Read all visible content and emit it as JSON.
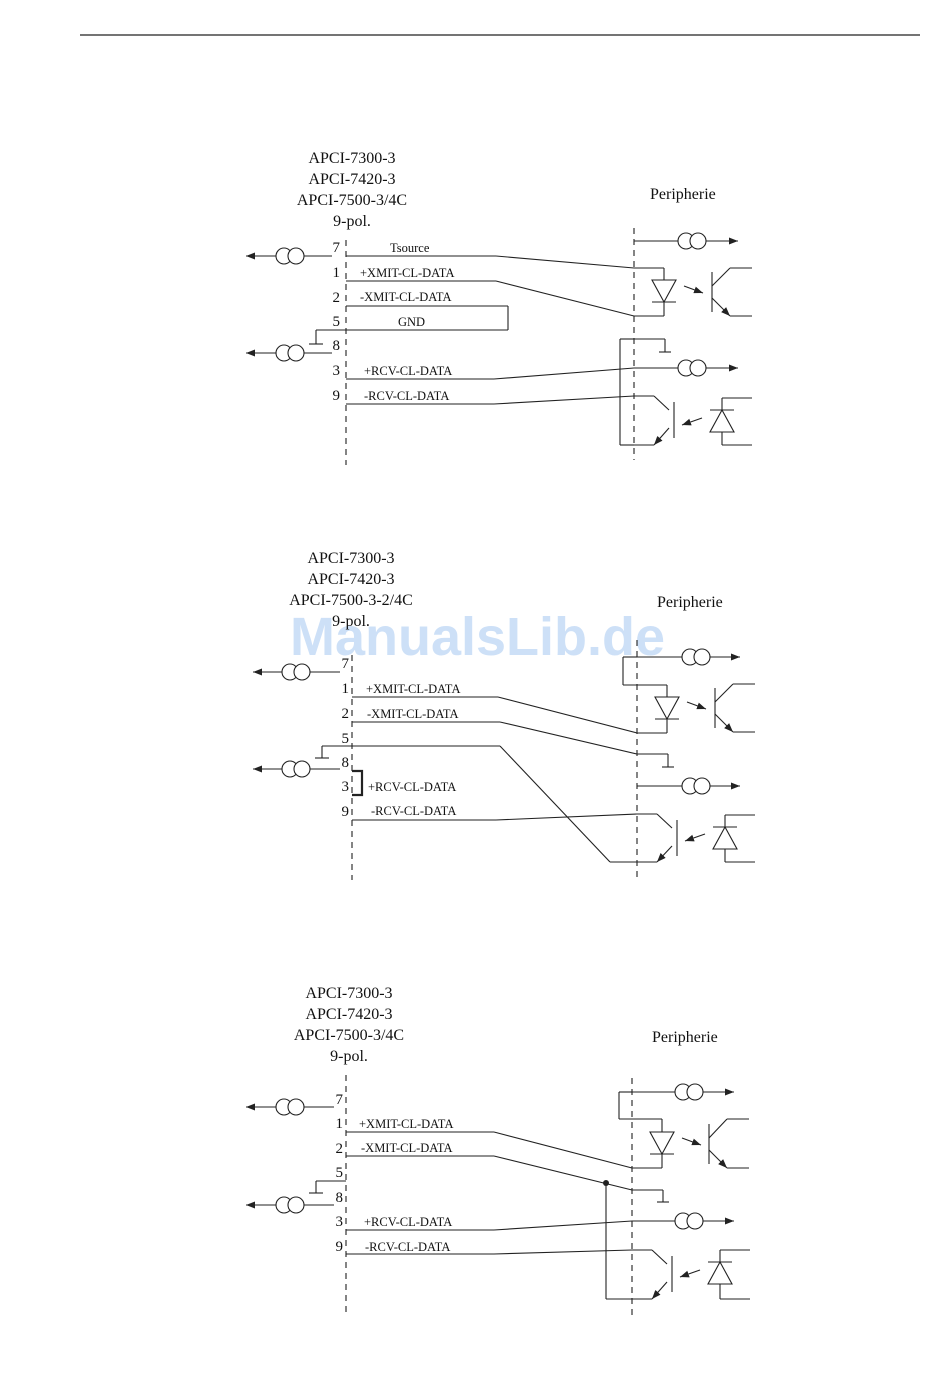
{
  "watermark": "ManualsLib.de",
  "peripheral_label": "Peripherie",
  "diagrams": [
    {
      "titles": [
        "APCI-7300-3",
        "APCI-7420-3",
        "APCI-7500-3/4C",
        "9-pol."
      ],
      "pins": [
        "7",
        "1",
        "2",
        "5",
        "8",
        "3",
        "9"
      ],
      "signals": [
        "Tsource",
        "+XMIT-CL-DATA",
        "-XMIT-CL-DATA",
        "GND",
        "+RCV-CL-DATA",
        "-RCV-CL-DATA"
      ]
    },
    {
      "titles": [
        "APCI-7300-3",
        "APCI-7420-3",
        "APCI-7500-3-2/4C",
        "9-pol."
      ],
      "pins": [
        "7",
        "1",
        "2",
        "5",
        "8",
        "3",
        "9"
      ],
      "signals": [
        "+XMIT-CL-DATA",
        "-XMIT-CL-DATA",
        "+RCV-CL-DATA",
        "-RCV-CL-DATA"
      ]
    },
    {
      "titles": [
        "APCI-7300-3",
        "APCI-7420-3",
        "APCI-7500-3/4C",
        "9-pol."
      ],
      "pins": [
        "7",
        "1",
        "2",
        "5",
        "8",
        "3",
        "9"
      ],
      "signals": [
        "+XMIT-CL-DATA",
        "-XMIT-CL-DATA",
        "+RCV-CL-DATA",
        "-RCV-CL-DATA"
      ]
    }
  ]
}
